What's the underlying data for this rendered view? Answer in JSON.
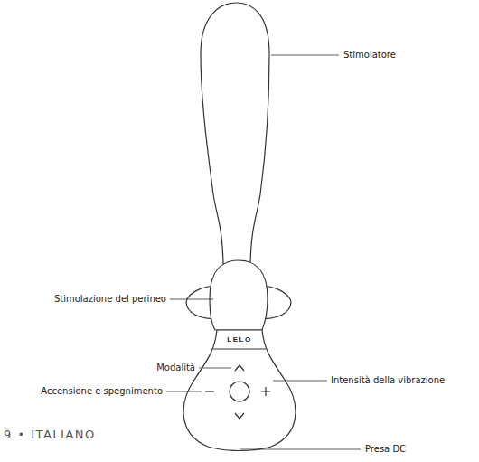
{
  "diagram": {
    "labels": [
      "Stimolatore",
      "Stimolazione del perineo",
      "Modalità",
      "Intensità della vibrazione",
      "Accensione e spegnimento",
      "Presa DC",
      "LELO",
      "9 • ITALIANO"
    ]
  }
}
